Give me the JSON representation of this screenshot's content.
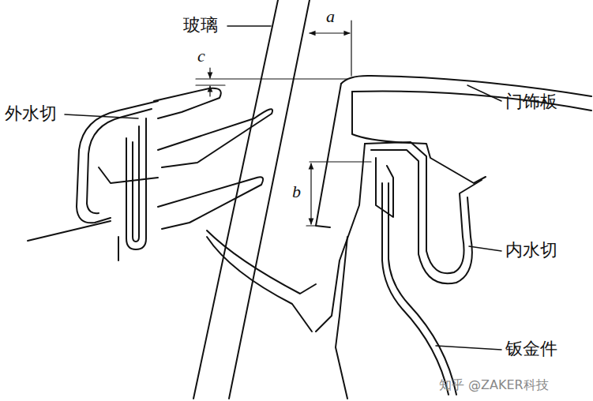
{
  "diagram": {
    "labels": [
      "玻璃",
      "a",
      "c",
      "外水切",
      "门饰板",
      "b",
      "内水切",
      "钣金件",
      "知乎 @ZAKER科技"
    ]
  }
}
